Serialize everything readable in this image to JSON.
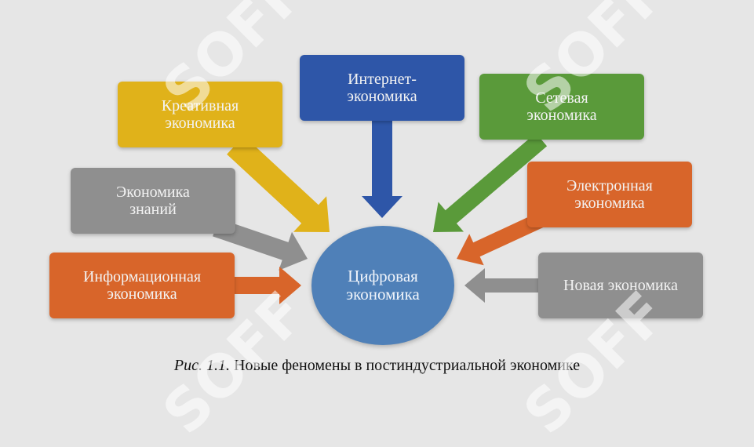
{
  "colors": {
    "creative": "#e0b21a",
    "internet": "#2e56a8",
    "network": "#5a9a3a",
    "knowledge": "#8f8f8f",
    "electronic": "#d8652a",
    "information": "#d8652a",
    "new": "#8f8f8f",
    "center": "#4f80b8"
  },
  "nodes": {
    "creative": "Креативная\nэкономика",
    "internet": "Интернет-\nэкономика",
    "network": "Сетевая\nэкономика",
    "knowledge": "Экономика\nзнаний",
    "electronic": "Электронная\nэкономика",
    "information": "Информационная\nэкономика",
    "new": "Новая экономика",
    "center": "Цифровая\nэкономика"
  },
  "caption": {
    "prefix": "Рис. 1.1.",
    "text": " Новые феномены в постиндустриальной экономике"
  },
  "watermark": "SOFF"
}
